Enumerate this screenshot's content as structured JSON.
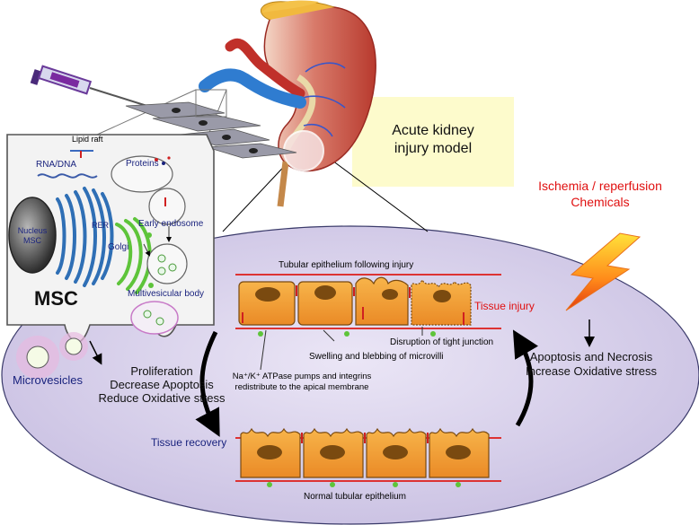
{
  "aki_model": {
    "line1": "Acute kidney",
    "line2": "injury model"
  },
  "insult": {
    "line1": "Ischemia / reperfusion",
    "line2": "Chemicals"
  },
  "msc_cell": {
    "lipid_raft": "Lipid raft",
    "rna_dna": "RNA/DNA",
    "proteins": "Proteins",
    "nucleus": "Nucleus",
    "nucleus_sub": "MSC",
    "rer": "RER",
    "early_endosome": "Early endosome",
    "golgi": "Golgi",
    "mvb": "Multivesicular body",
    "title": "MSC"
  },
  "microvesicles": "Microvesicles",
  "mv_effects": {
    "line1": "Proliferation",
    "line2": "Decrease Apoptosis",
    "line3": "Reduce Oxidative stress"
  },
  "injury": {
    "epithelium_title": "Tubular epithelium following injury",
    "tissue_injury": "Tissue injury",
    "tight_junction": "Disruption of tight junction",
    "swelling": "Swelling and blebbing of microvilli",
    "pumps_line1": "Na⁺/K⁺ ATPase pumps and integrins",
    "pumps_line2": "redistribute to the apical membrane"
  },
  "outcome": {
    "line1": "Apoptosis and Necrosis",
    "line2": "Increase Oxidative stress"
  },
  "recovery": {
    "label": "Tissue recovery",
    "normal": "Normal tubular epithelium"
  },
  "colors": {
    "red_label": "#e01010",
    "navy_label": "#1a237e",
    "ellipse": "#d8d2ec",
    "cell": "#f4a43c"
  }
}
